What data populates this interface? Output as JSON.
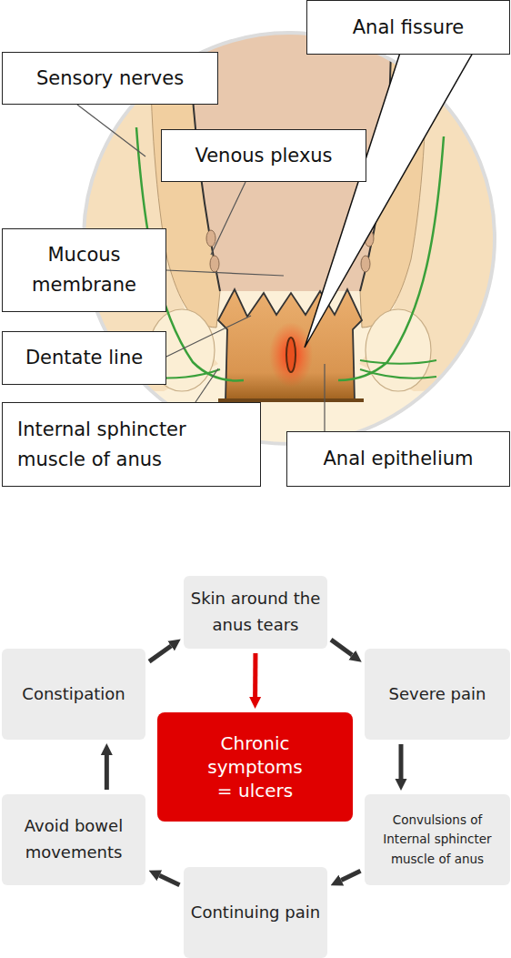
{
  "diagram": {
    "nodes": [
      {
        "text": [
          "Anal fissure"
        ]
      },
      {
        "text": [
          "Sensory nerves"
        ]
      },
      {
        "text": [
          "Venous plexus"
        ]
      },
      {
        "text": [
          "Mucous membrane"
        ]
      },
      {
        "text": [
          "Dentate line"
        ]
      },
      {
        "text": [
          "Internal sphincter muscle of anus"
        ]
      },
      {
        "text": [
          "Anal epithelium"
        ]
      },
      {
        "text": [
          "Skin around the anus tears"
        ]
      },
      {
        "text": [
          "Constipation"
        ]
      },
      {
        "text": [
          "Severe pain"
        ]
      },
      {
        "text": [
          "Chronic symptoms = ulcers"
        ]
      },
      {
        "text": [
          "Avoid bowel movements"
        ]
      },
      {
        "text": [
          "Convulsions of Internal sphincter muscle of anus"
        ]
      },
      {
        "text": [
          "Continuing pain"
        ]
      }
    ],
    "edges": [
      {
        "from": 7,
        "to": 9,
        "arrow": "to"
      },
      {
        "from": 9,
        "to": 12,
        "arrow": "to"
      },
      {
        "from": 12,
        "to": 13,
        "arrow": "to"
      },
      {
        "from": 13,
        "to": 11,
        "arrow": "to"
      },
      {
        "from": 11,
        "to": 8,
        "arrow": "to"
      },
      {
        "from": 8,
        "to": 7,
        "arrow": "to"
      },
      {
        "from": 7,
        "to": 10,
        "arrow": "to"
      }
    ]
  }
}
